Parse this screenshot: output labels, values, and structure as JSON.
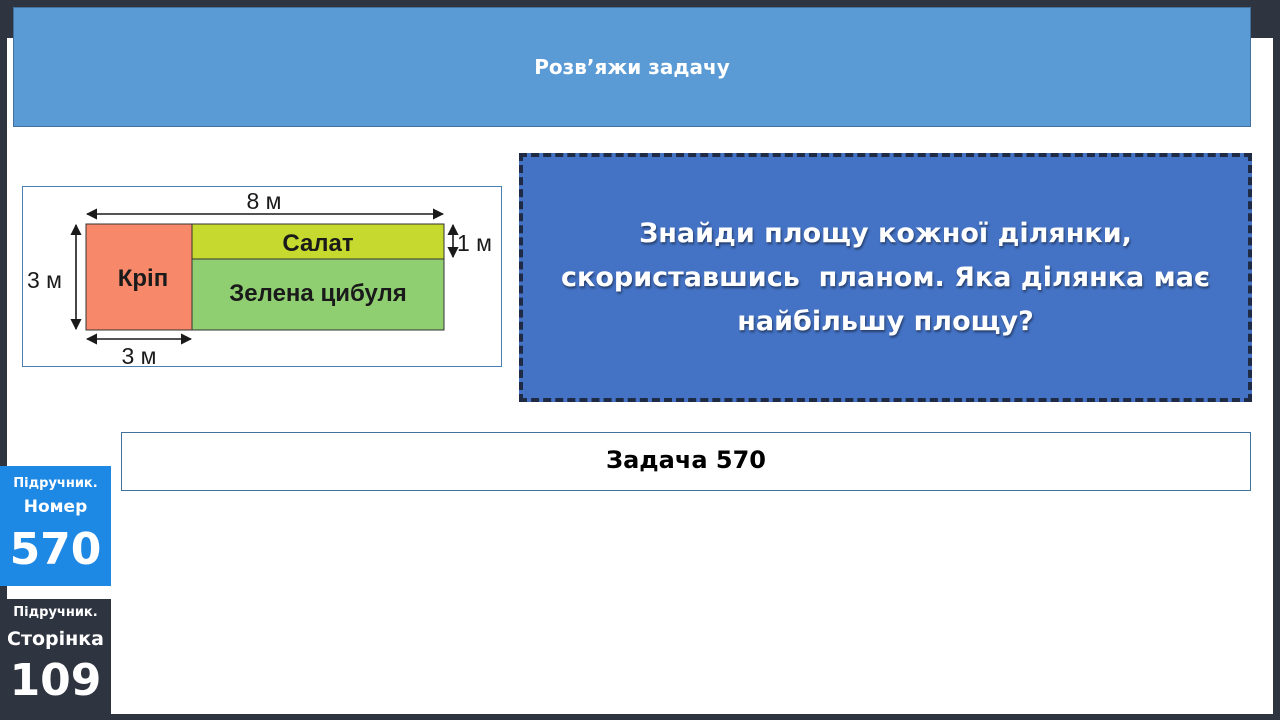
{
  "header": {
    "title": "Розв’яжи задачу"
  },
  "diagram": {
    "top_dim": "8 м",
    "right_dim": "1 м",
    "left_dim": "3 м",
    "bottom_dim": "3 м",
    "plots": {
      "dill": {
        "label": "Кріп",
        "color": "#f7896a"
      },
      "lettuce": {
        "label": "Салат",
        "color": "#c5d92e"
      },
      "onion": {
        "label": "Зелена цибуля",
        "color": "#8fcf72"
      }
    }
  },
  "task": {
    "line1": "Знайди площу кожної ділянки,",
    "line2": "скориставшись  планом. Яка ділянка має",
    "line3": "найбільшу площу?"
  },
  "task_label": "Задача 570",
  "badges": {
    "number": {
      "small": "Підручник.",
      "mid": "Номер",
      "value": "570"
    },
    "page": {
      "small": "Підручник.",
      "mid": "Сторінка",
      "value": "109"
    }
  }
}
